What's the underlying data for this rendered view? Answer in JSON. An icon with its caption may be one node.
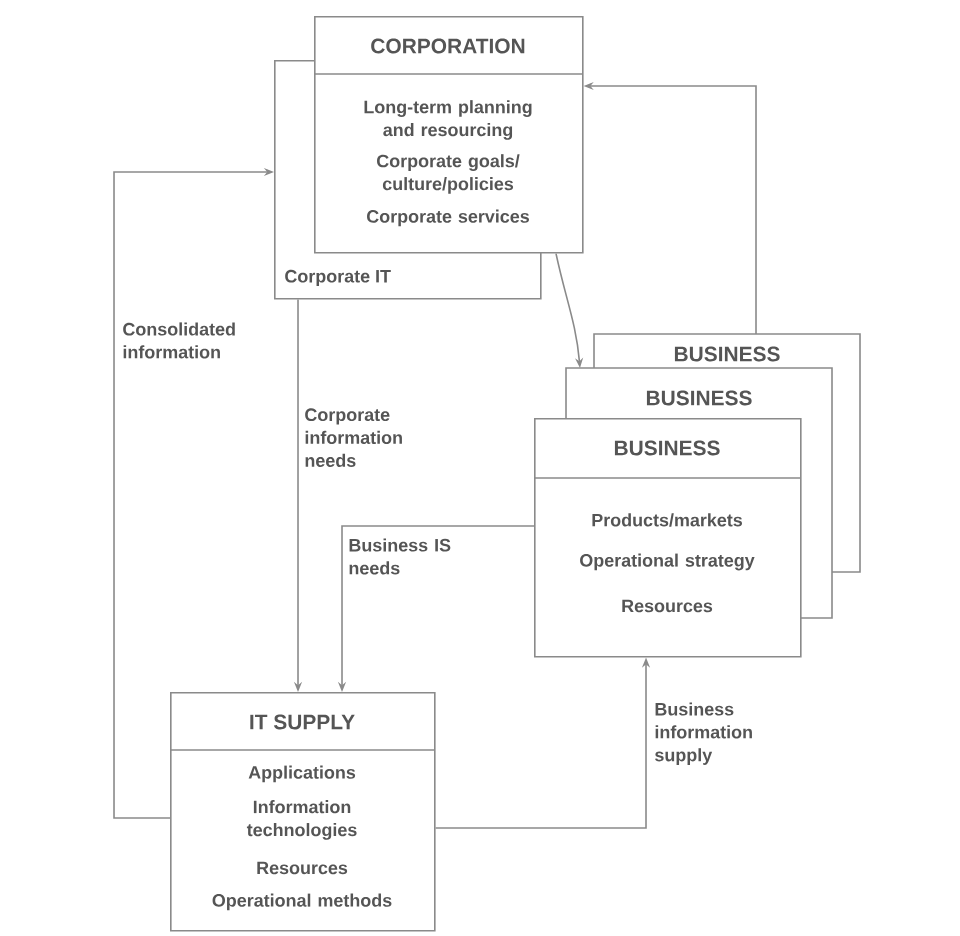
{
  "diagram": {
    "nodes": [
      {
        "text": [
          "CORPORATION",
          "Long-term planning and resourcing",
          "Corporate goals/ culture/policies",
          "Corporate services"
        ]
      },
      {
        "text": [
          "Corporate IT"
        ]
      },
      {
        "text": [
          "BUSINESS"
        ]
      },
      {
        "text": [
          "BUSINESS"
        ]
      },
      {
        "text": [
          "BUSINESS",
          "Products/markets",
          "Operational strategy",
          "Resources"
        ]
      },
      {
        "text": [
          "IT SUPPLY",
          "Applications",
          "Information technologies",
          "Resources",
          "Operational methods"
        ]
      }
    ],
    "edges": [
      {
        "from": 1,
        "to": 5,
        "arrow": "to",
        "label": "Corporate information needs"
      },
      {
        "from": 4,
        "to": 5,
        "arrow": "to",
        "label": "Business IS needs"
      },
      {
        "from": 5,
        "to": 4,
        "arrow": "to",
        "label": "Business information supply"
      },
      {
        "from": 5,
        "to": 1,
        "arrow": "to",
        "label": "Consolidated information"
      },
      {
        "from": 2,
        "to": 0,
        "arrow": "to"
      },
      {
        "from": 0,
        "to": 3,
        "arrow": "to"
      }
    ]
  }
}
